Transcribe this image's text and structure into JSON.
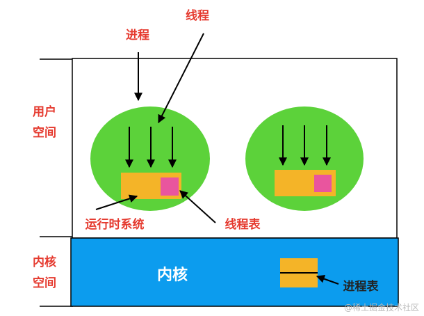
{
  "colors": {
    "label_red": "#e53a2f",
    "process_green": "#5cd23a",
    "runtime_orange": "#f4b428",
    "thread_table_pink": "#e9559e",
    "kernel_blue": "#0c9cee",
    "line_black": "#000000",
    "text_dark": "#222222",
    "watermark_gray": "#bbbbbb",
    "white": "#ffffff"
  },
  "labels": {
    "process": "进程",
    "thread": "线程",
    "user_space_line1": "用户",
    "user_space_line2": "空间",
    "kernel_space_line1": "内核",
    "kernel_space_line2": "空间",
    "runtime_system": "运行时系统",
    "thread_table": "线程表",
    "kernel": "内核",
    "process_table": "进程表",
    "watermark": "@稀土掘金技术社区"
  }
}
